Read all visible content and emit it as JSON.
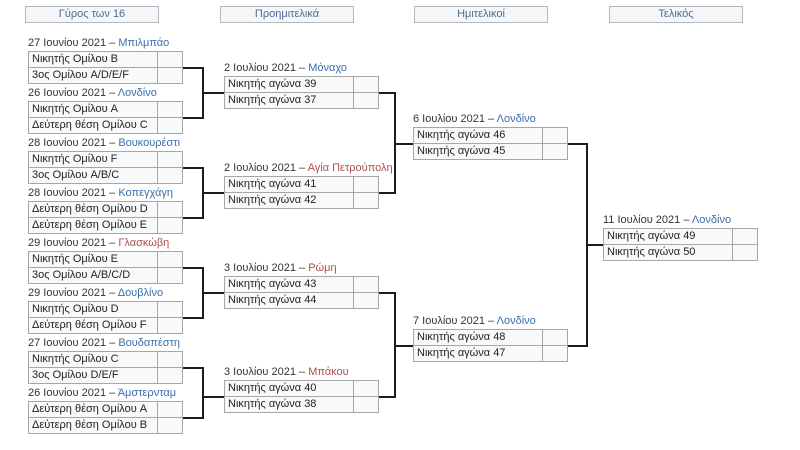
{
  "colors": {
    "link-blue": "#3a6fa8",
    "link-red": "#a8514b",
    "header-text": "#4d6b94",
    "date-text": "#333333",
    "row-bg": "#f8f9fa",
    "row-border": "#a6a6a6",
    "connector": "#1c1c1c"
  },
  "headers": [
    {
      "label": "Γύρος των 16"
    },
    {
      "label": "Προημιτελικά"
    },
    {
      "label": "Ημιτελικοί"
    },
    {
      "label": "Τελικός"
    }
  ],
  "r16": {
    "matches": [
      {
        "date": "27 Ιουνίου 2021 –",
        "city": "Μπιλμπάο",
        "link": "blue",
        "teams": [
          "Νικητής Ομίλου B",
          "3ος Ομίλου A/D/E/F"
        ],
        "scores": [
          "",
          ""
        ]
      },
      {
        "date": "26 Ιουνίου 2021 –",
        "city": "Λονδίνο",
        "link": "blue",
        "teams": [
          "Νικητής Ομίλου A",
          "Δεύτερη θέση Ομίλου C"
        ],
        "scores": [
          "",
          ""
        ]
      },
      {
        "date": "28 Ιουνίου 2021 –",
        "city": "Βουκουρέστι",
        "link": "blue",
        "teams": [
          "Νικητής Ομίλου F",
          "3ος Ομίλου A/B/C"
        ],
        "scores": [
          "",
          ""
        ]
      },
      {
        "date": "28 Ιουνίου 2021 –",
        "city": "Κοπεγχάγη",
        "link": "blue",
        "teams": [
          "Δεύτερη θέση Ομίλου D",
          "Δεύτερη θέση Ομίλου E"
        ],
        "scores": [
          "",
          ""
        ]
      },
      {
        "date": "29 Ιουνίου 2021 –",
        "city": "Γλασκώβη",
        "link": "red",
        "teams": [
          "Νικητής Ομίλου E",
          "3ος Ομίλου A/B/C/D"
        ],
        "scores": [
          "",
          ""
        ]
      },
      {
        "date": "29 Ιουνίου 2021 –",
        "city": "Δουβλίνο",
        "link": "blue",
        "teams": [
          "Νικητής Ομίλου D",
          "Δεύτερη θέση Ομίλου F"
        ],
        "scores": [
          "",
          ""
        ]
      },
      {
        "date": "27 Ιουνίου 2021 –",
        "city": "Βουδαπέστη",
        "link": "blue",
        "teams": [
          "Νικητής Ομίλου C",
          "3ος Ομίλου D/E/F"
        ],
        "scores": [
          "",
          ""
        ]
      },
      {
        "date": "26 Ιουνίου 2021 –",
        "city": "Άμστερνταμ",
        "link": "blue",
        "teams": [
          "Δεύτερη θέση Ομίλου A",
          "Δεύτερη θέση Ομίλου B"
        ],
        "scores": [
          "",
          ""
        ]
      }
    ]
  },
  "qf": {
    "matches": [
      {
        "date": "2 Ιουλίου 2021 –",
        "city": "Μόναχο",
        "link": "blue",
        "teams": [
          "Νικητής αγώνα 39",
          "Νικητής αγώνα 37"
        ],
        "scores": [
          "",
          ""
        ]
      },
      {
        "date": "2 Ιουλίου 2021 –",
        "city": "Αγία Πετρούπολη",
        "link": "red",
        "teams": [
          "Νικητής αγώνα 41",
          "Νικητής αγώνα 42"
        ],
        "scores": [
          "",
          ""
        ]
      },
      {
        "date": "3 Ιουλίου 2021 –",
        "city": "Ρώμη",
        "link": "red",
        "teams": [
          "Νικητής αγώνα 43",
          "Νικητής αγώνα 44"
        ],
        "scores": [
          "",
          ""
        ]
      },
      {
        "date": "3 Ιουλίου 2021 –",
        "city": "Μπάκου",
        "link": "red",
        "teams": [
          "Νικητής αγώνα 40",
          "Νικητής αγώνα 38"
        ],
        "scores": [
          "",
          ""
        ]
      }
    ]
  },
  "sf": {
    "matches": [
      {
        "date": "6 Ιουλίου 2021 –",
        "city": "Λονδίνο",
        "link": "blue",
        "teams": [
          "Νικητής αγώνα 46",
          "Νικητής αγώνα 45"
        ],
        "scores": [
          "",
          ""
        ]
      },
      {
        "date": "7 Ιουλίου 2021 –",
        "city": "Λονδίνο",
        "link": "blue",
        "teams": [
          "Νικητής αγώνα 48",
          "Νικητής αγώνα 47"
        ],
        "scores": [
          "",
          ""
        ]
      }
    ]
  },
  "final": {
    "matches": [
      {
        "date": "11 Ιουλίου 2021 –",
        "city": "Λονδίνο",
        "link": "blue",
        "teams": [
          "Νικητής αγώνα 49",
          "Νικητής αγώνα 50"
        ],
        "scores": [
          "",
          ""
        ]
      }
    ]
  }
}
